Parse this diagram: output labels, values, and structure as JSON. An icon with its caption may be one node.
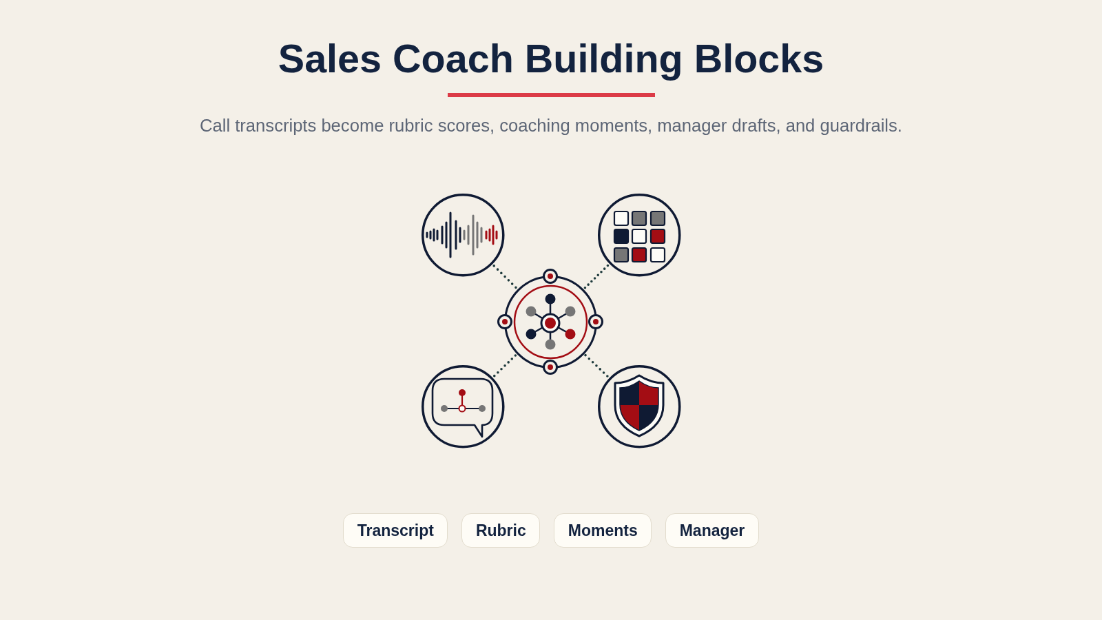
{
  "diagram": {
    "title": "Sales Coach Building Blocks",
    "nodes": [
      {
        "text": [],
        "shape": "circle"
      },
      {
        "text": [],
        "shape": "circle"
      },
      {
        "text": [],
        "shape": "circle"
      },
      {
        "text": [],
        "shape": "circle"
      },
      {
        "text": [],
        "shape": "circle"
      },
      {
        "text": [
          "Transcript"
        ]
      },
      {
        "text": [
          "Rubric"
        ]
      },
      {
        "text": [
          "Moments"
        ]
      },
      {
        "text": [
          "Manager"
        ]
      }
    ],
    "edges": [
      {
        "from": 0,
        "to": 2,
        "arrow": "none",
        "style": "dashed"
      },
      {
        "from": 1,
        "to": 2,
        "arrow": "none",
        "style": "dashed"
      },
      {
        "from": 3,
        "to": 2,
        "arrow": "none",
        "style": "dashed"
      },
      {
        "from": 4,
        "to": 2,
        "arrow": "none",
        "style": "dashed"
      }
    ],
    "labels": [
      "Call transcripts become rubric scores, coaching moments, manager drafts, and guardrails."
    ]
  }
}
